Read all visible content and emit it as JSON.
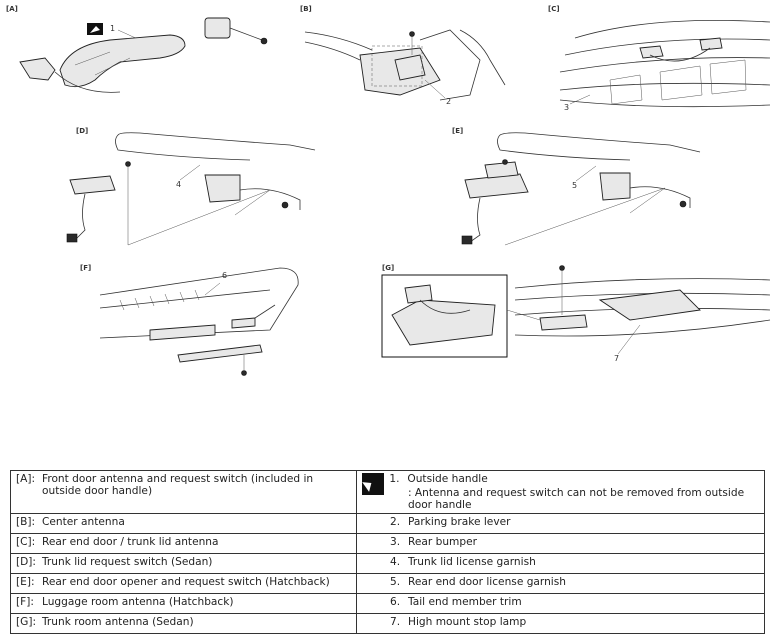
{
  "panels": {
    "A": "[A]",
    "B": "[B]",
    "C": "[C]",
    "D": "[D]",
    "E": "[E]",
    "F": "[F]",
    "G": "[G]"
  },
  "callouts": {
    "n1": "1",
    "n2": "2",
    "n3": "3",
    "n4": "4",
    "n5": "5",
    "n6": "6",
    "n7": "7"
  },
  "legend": {
    "rows": [
      {
        "key": "[A]:",
        "left": "Front door antenna and request switch (included in outside door handle)",
        "num": "1.",
        "right": "Outside handle",
        "note": ": Antenna and request switch can not be removed from outside door handle"
      },
      {
        "key": "[B]:",
        "left": "Center antenna",
        "num": "2.",
        "right": "Parking brake lever"
      },
      {
        "key": "[C]:",
        "left": "Rear end door / trunk lid antenna",
        "num": "3.",
        "right": "Rear bumper"
      },
      {
        "key": "[D]:",
        "left": "Trunk lid request switch (Sedan)",
        "num": "4.",
        "right": "Trunk lid license garnish"
      },
      {
        "key": "[E]:",
        "left": "Rear end door opener and request switch (Hatchback)",
        "num": "5.",
        "right": "Rear end door license garnish"
      },
      {
        "key": "[F]:",
        "left": "Luggage room antenna (Hatchback)",
        "num": "6.",
        "right": "Tail end member trim"
      },
      {
        "key": "[G]:",
        "left": "Trunk room antenna (Sedan)",
        "num": "7.",
        "right": "High mount stop lamp"
      }
    ]
  }
}
